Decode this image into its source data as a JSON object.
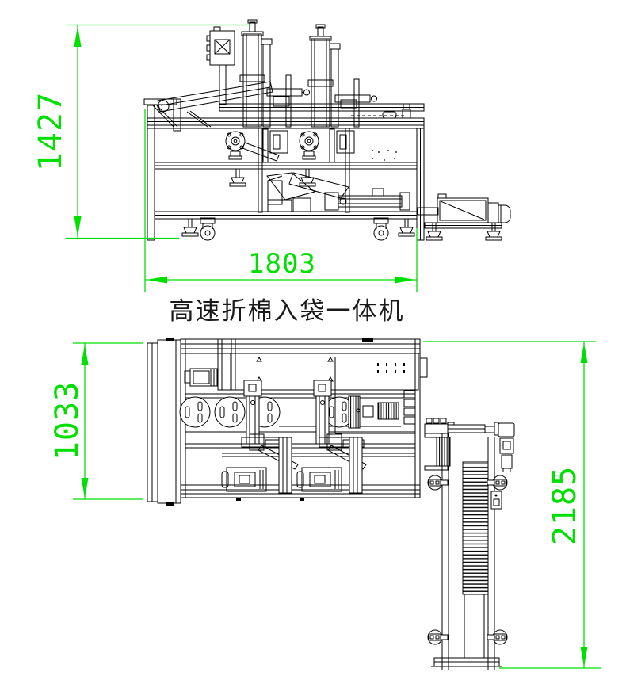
{
  "title": "高速折棉入袋一体机",
  "dims": {
    "front_height": "1427",
    "front_width": "1803",
    "plan_depth": "1033",
    "plan_length": "2185"
  },
  "colors": {
    "dimension_green": "#00e000",
    "drawing_black": "#000000",
    "title_text": "#1a1a1a",
    "background": "#ffffff"
  },
  "views": {
    "front_view_name": "front-elevation",
    "plan_view_name": "top-plan"
  }
}
